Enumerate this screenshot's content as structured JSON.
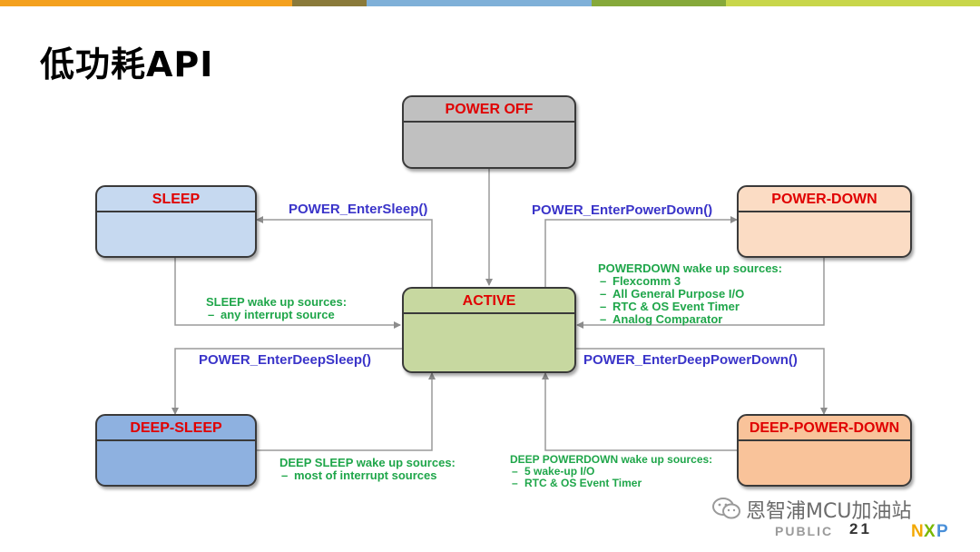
{
  "title": "低功耗API",
  "top_bar_colors": [
    "#f4a11f",
    "#8a7a3a",
    "#7fb0d8",
    "#86a93a",
    "#c8d64a"
  ],
  "states": {
    "power_off": {
      "label": "POWER OFF",
      "color": "#c0c0c0"
    },
    "sleep": {
      "label": "SLEEP",
      "color": "#c6d9f0"
    },
    "power_down": {
      "label": "POWER-DOWN",
      "color": "#fbdcc4"
    },
    "active": {
      "label": "ACTIVE",
      "color": "#c7d8a0"
    },
    "deep_sleep": {
      "label": "DEEP-SLEEP",
      "color": "#8eb1e0"
    },
    "deep_power_down": {
      "label": "DEEP-POWER-DOWN",
      "color": "#f9c39a"
    }
  },
  "calls": {
    "enter_sleep": "POWER_EnterSleep()",
    "enter_power_down": "POWER_EnterPowerDown()",
    "enter_deep_sleep": "POWER_EnterDeepSleep()",
    "enter_deep_power_down": "POWER_EnterDeepPowerDown()"
  },
  "notes": {
    "sleep_wake": {
      "title": "SLEEP wake up sources:",
      "items": [
        "any interrupt source"
      ]
    },
    "powerdown_wake": {
      "title": "POWERDOWN wake up sources:",
      "items": [
        "Flexcomm 3",
        "All General Purpose I/O",
        "RTC & OS Event Timer",
        "Analog Comparator"
      ]
    },
    "deep_sleep_wake": {
      "title": "DEEP SLEEP wake up sources:",
      "items": [
        "most of interrupt sources"
      ]
    },
    "deep_powerdown_wake": {
      "title": "DEEP POWERDOWN wake up sources:",
      "items": [
        "5 wake-up I/O",
        "RTC & OS Event Timer"
      ]
    }
  },
  "bullet": "–",
  "footer": {
    "public": "PUBLIC",
    "page": "21",
    "watermark": "恩智浦MCU加油站",
    "logo": "NXP"
  }
}
